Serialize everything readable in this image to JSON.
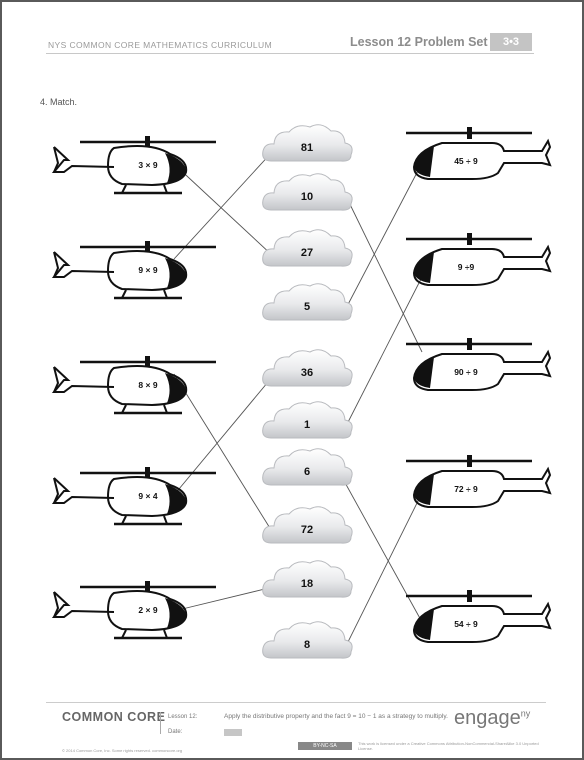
{
  "header": {
    "curriculum": "NYS COMMON CORE MATHEMATICS CURRICULUM",
    "lesson_title": "Lesson 12 Problem Set",
    "grade_module": "3•3"
  },
  "problem": {
    "label": "4.  Match."
  },
  "left_helicopters": [
    {
      "label": "3 × 9"
    },
    {
      "label": "9 × 9"
    },
    {
      "label": "8 × 9"
    },
    {
      "label": "9 × 4"
    },
    {
      "label": "2 × 9"
    }
  ],
  "clouds": [
    {
      "value": "81"
    },
    {
      "value": "10"
    },
    {
      "value": "27"
    },
    {
      "value": "5"
    },
    {
      "value": "36"
    },
    {
      "value": "1"
    },
    {
      "value": "6"
    },
    {
      "value": "72"
    },
    {
      "value": "18"
    },
    {
      "value": "8"
    }
  ],
  "right_helicopters": [
    {
      "label": "45 ÷ 9"
    },
    {
      "label": "9 ÷9"
    },
    {
      "label": "90 ÷ 9"
    },
    {
      "label": "72 ÷ 9"
    },
    {
      "label": "54 ÷ 9"
    }
  ],
  "matches": [
    {
      "from": "left:0",
      "to": "cloud:2"
    },
    {
      "from": "left:1",
      "to": "cloud:0"
    },
    {
      "from": "left:2",
      "to": "cloud:7"
    },
    {
      "from": "left:3",
      "to": "cloud:4"
    },
    {
      "from": "left:4",
      "to": "cloud:8"
    },
    {
      "from": "right:0",
      "to": "cloud:3"
    },
    {
      "from": "right:1",
      "to": "cloud:5"
    },
    {
      "from": "right:2",
      "to": "cloud:1"
    },
    {
      "from": "right:3",
      "to": "cloud:9"
    },
    {
      "from": "right:4",
      "to": "cloud:6"
    }
  ],
  "footer": {
    "logo": "COMMON CORE",
    "lesson_label": "Lesson 12:",
    "date_label": "Date:",
    "description": "Apply the distributive property and the fact 9 = 10 − 1 as a strategy to multiply.",
    "brand": "engage",
    "brand_sup": "ny",
    "copyright": "© 2014 Common Core, Inc. Some rights reserved. commoncore.org",
    "cc_badge": "BY-NC-SA",
    "license": "This work is licensed under a Creative Commons Attribution-NonCommercial-ShareAlike 3.0 Unported License."
  },
  "colors": {
    "ink": "#111111",
    "cloud_fill": "#e9eaec",
    "cloud_shade": "#c3c5c9",
    "match_line": "#555555"
  }
}
